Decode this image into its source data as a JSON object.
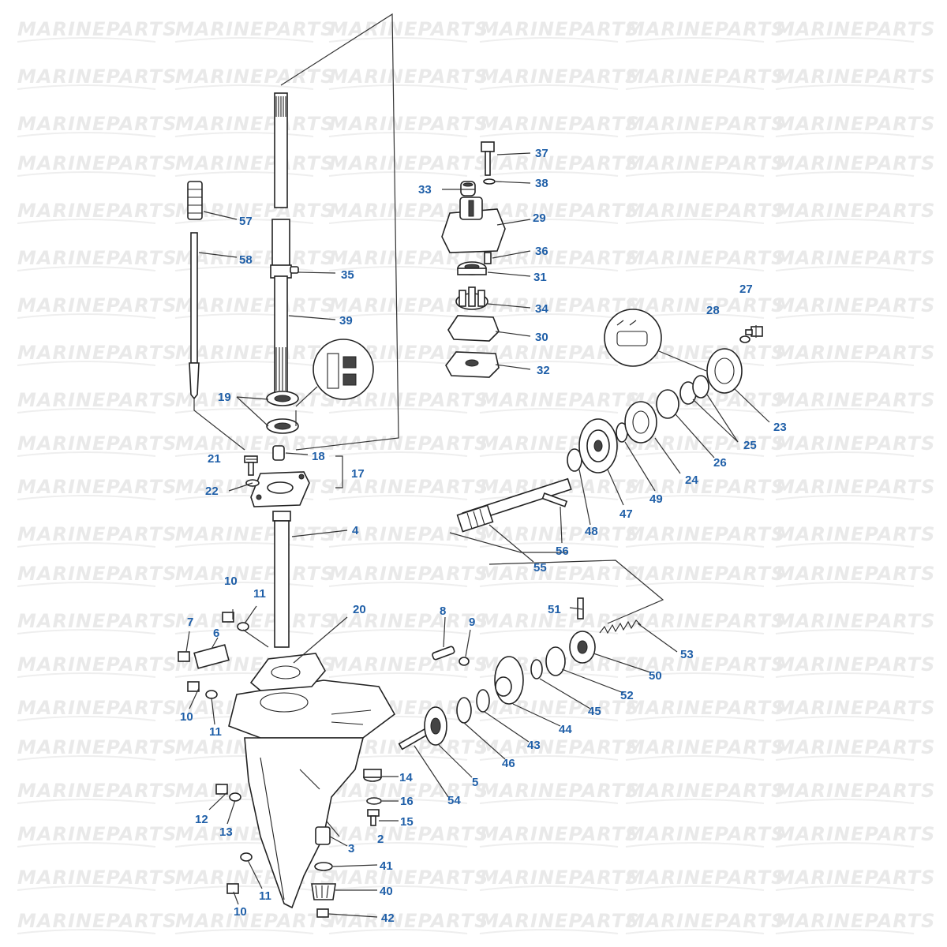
{
  "watermark": {
    "text": "MARINEPARTS"
  },
  "callouts": [
    {
      "id": "p2",
      "label": "2"
    },
    {
      "id": "p3",
      "label": "3"
    },
    {
      "id": "p4",
      "label": "4"
    },
    {
      "id": "p5",
      "label": "5"
    },
    {
      "id": "p6",
      "label": "6"
    },
    {
      "id": "p7",
      "label": "7"
    },
    {
      "id": "p8",
      "label": "8"
    },
    {
      "id": "p9",
      "label": "9"
    },
    {
      "id": "p10a",
      "label": "10"
    },
    {
      "id": "p10b",
      "label": "10"
    },
    {
      "id": "p10c",
      "label": "10"
    },
    {
      "id": "p11a",
      "label": "11"
    },
    {
      "id": "p11b",
      "label": "11"
    },
    {
      "id": "p11c",
      "label": "11"
    },
    {
      "id": "p12",
      "label": "12"
    },
    {
      "id": "p13",
      "label": "13"
    },
    {
      "id": "p14",
      "label": "14"
    },
    {
      "id": "p15",
      "label": "15"
    },
    {
      "id": "p16",
      "label": "16"
    },
    {
      "id": "p17",
      "label": "17"
    },
    {
      "id": "p18",
      "label": "18"
    },
    {
      "id": "p19",
      "label": "19"
    },
    {
      "id": "p20",
      "label": "20"
    },
    {
      "id": "p21",
      "label": "21"
    },
    {
      "id": "p22",
      "label": "22"
    },
    {
      "id": "p23",
      "label": "23"
    },
    {
      "id": "p24",
      "label": "24"
    },
    {
      "id": "p25",
      "label": "25"
    },
    {
      "id": "p26",
      "label": "26"
    },
    {
      "id": "p27",
      "label": "27"
    },
    {
      "id": "p28",
      "label": "28"
    },
    {
      "id": "p29",
      "label": "29"
    },
    {
      "id": "p30",
      "label": "30"
    },
    {
      "id": "p31",
      "label": "31"
    },
    {
      "id": "p32",
      "label": "32"
    },
    {
      "id": "p33",
      "label": "33"
    },
    {
      "id": "p34",
      "label": "34"
    },
    {
      "id": "p35",
      "label": "35"
    },
    {
      "id": "p36",
      "label": "36"
    },
    {
      "id": "p37",
      "label": "37"
    },
    {
      "id": "p38",
      "label": "38"
    },
    {
      "id": "p39",
      "label": "39"
    },
    {
      "id": "p40",
      "label": "40"
    },
    {
      "id": "p41",
      "label": "41"
    },
    {
      "id": "p42",
      "label": "42"
    },
    {
      "id": "p43",
      "label": "43"
    },
    {
      "id": "p44",
      "label": "44"
    },
    {
      "id": "p45",
      "label": "45"
    },
    {
      "id": "p46",
      "label": "46"
    },
    {
      "id": "p47",
      "label": "47"
    },
    {
      "id": "p48",
      "label": "48"
    },
    {
      "id": "p49",
      "label": "49"
    },
    {
      "id": "p50",
      "label": "50"
    },
    {
      "id": "p51",
      "label": "51"
    },
    {
      "id": "p52",
      "label": "52"
    },
    {
      "id": "p53",
      "label": "53"
    },
    {
      "id": "p54",
      "label": "54"
    },
    {
      "id": "p55",
      "label": "55"
    },
    {
      "id": "p56",
      "label": "56"
    },
    {
      "id": "p57",
      "label": "57"
    },
    {
      "id": "p58",
      "label": "58"
    }
  ],
  "colors": {
    "callout": "#1f5fa8",
    "line": "#222222",
    "watermark": "#e9e9e9"
  }
}
